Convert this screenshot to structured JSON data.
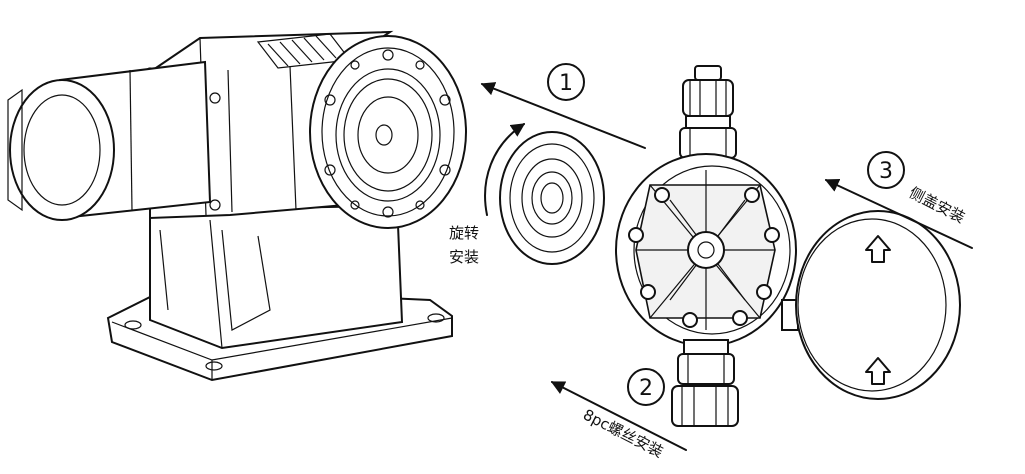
{
  "steps": [
    {
      "number": "1"
    },
    {
      "number": "2",
      "label": "8pc螺丝安装"
    },
    {
      "number": "3",
      "label": "侧盖安装"
    }
  ],
  "rotate_label_line1": "旋转",
  "rotate_label_line2": "安装"
}
